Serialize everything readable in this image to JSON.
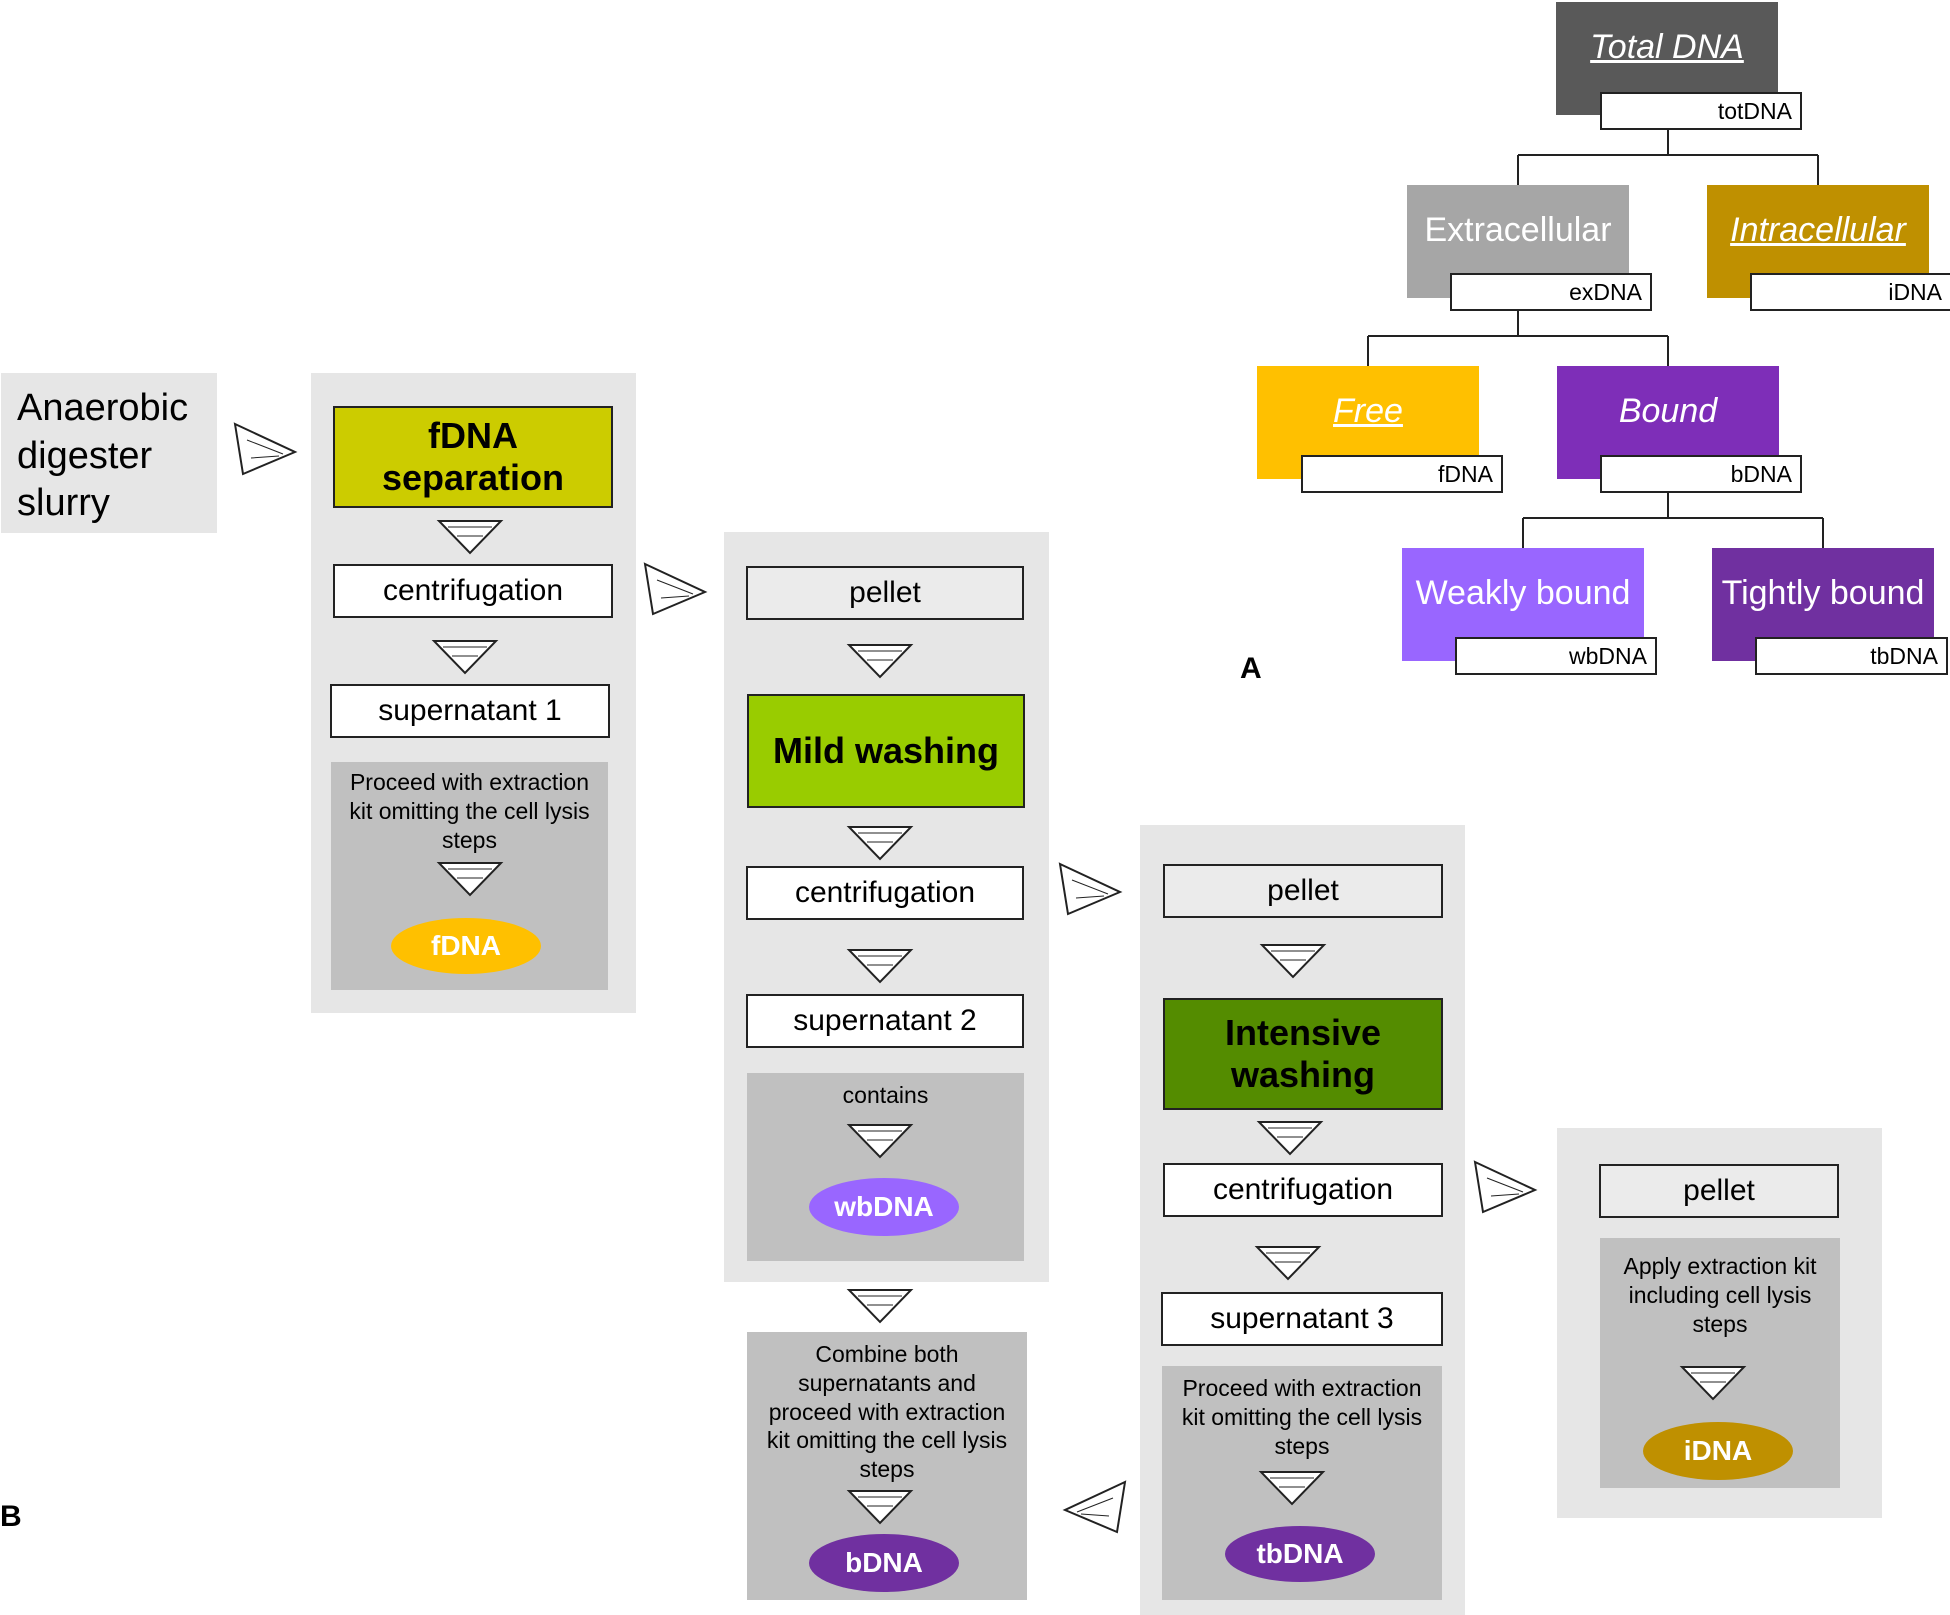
{
  "tree": {
    "total": {
      "label": "Total DNA",
      "abbr": "totDNA"
    },
    "extracellular": {
      "label": "Extracellular",
      "abbr": "exDNA"
    },
    "intracellular": {
      "label": "Intracellular",
      "abbr": "iDNA"
    },
    "free": {
      "label": "Free",
      "abbr": "fDNA"
    },
    "bound": {
      "label": "Bound",
      "abbr": "bDNA"
    },
    "weakly": {
      "label": "Weakly bound",
      "abbr": "wbDNA"
    },
    "tightly": {
      "label": "Tightly bound",
      "abbr": "tbDNA"
    },
    "panel_letter": "A"
  },
  "flow": {
    "panel_letter": "B",
    "source": "Anaerobic digester slurry",
    "col1": {
      "action": "fDNA separation",
      "step1": "centrifugation",
      "step2": "supernatant 1",
      "note": "Proceed with extraction kit omitting the cell lysis steps",
      "result": "fDNA"
    },
    "col2": {
      "step0": "pellet",
      "action": "Mild washing",
      "step1": "centrifugation",
      "step2": "supernatant 2",
      "note": "contains",
      "result": "wbDNA"
    },
    "col2b": {
      "note": "Combine both supernatants and proceed with extraction kit omitting the cell lysis steps",
      "result": "bDNA"
    },
    "col3": {
      "step0": "pellet",
      "action": "Intensive washing",
      "step1": "centrifugation",
      "step2": "supernatant 3",
      "note": "Proceed with extraction kit omitting the cell lysis steps",
      "result": "tbDNA"
    },
    "col4": {
      "step0": "pellet",
      "note": "Apply extraction  kit including cell lysis steps",
      "result": "iDNA"
    }
  },
  "colors": {
    "total": "#595959",
    "extracellular": "#a6a6a6",
    "intracellular": "#bf9000",
    "free": "#ffc000",
    "bound": "#7e2eb8",
    "weakly": "#9966ff",
    "tightly": "#7030a0",
    "fdna_sep": "#cccc00",
    "mild": "#99cc00",
    "intensive": "#548c00"
  }
}
